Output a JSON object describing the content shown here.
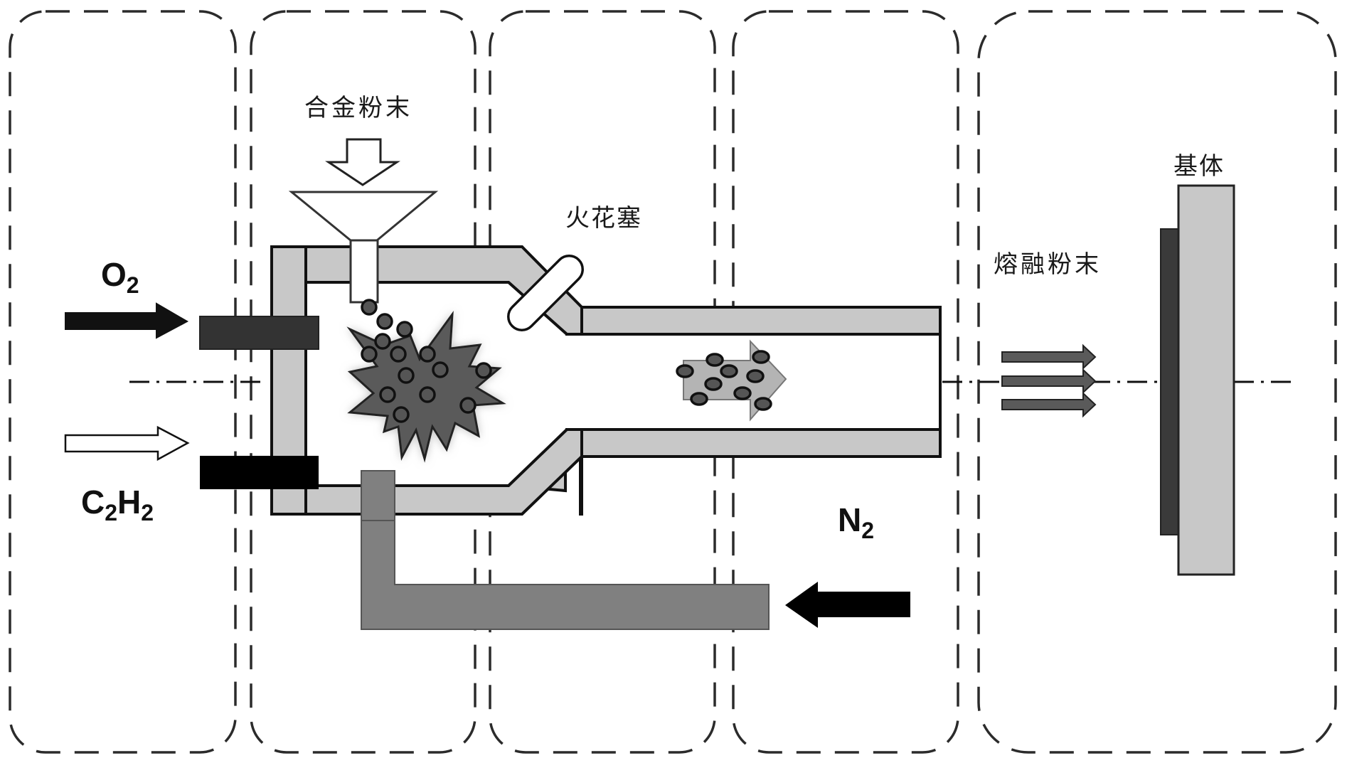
{
  "diagram": {
    "title": "",
    "labels": {
      "alloy_powder": "合金粉末",
      "spark_plug": "火花塞",
      "molten_powder": "熔融粉末",
      "substrate": "基体",
      "oxygen": {
        "main": "O",
        "sub": "2"
      },
      "acetylene": {
        "main1": "C",
        "sub1": "2",
        "main2": "H",
        "sub2": "2"
      },
      "nitrogen": {
        "main": "N",
        "sub": "2"
      }
    },
    "stages": 5,
    "colors": {
      "chamber_wall": "#c8c8c8",
      "o2_nozzle": "#333333",
      "c2h2_nozzle": "#000000",
      "n2_pipe": "#808080",
      "explosion": "#5a5a5a",
      "particle": "#555555",
      "particle_flow_arrow": "#b4b4b4",
      "molten_arrows": "#5a5a5a",
      "coating": "#3a3a3a",
      "substrate": "#c8c8c8"
    }
  }
}
